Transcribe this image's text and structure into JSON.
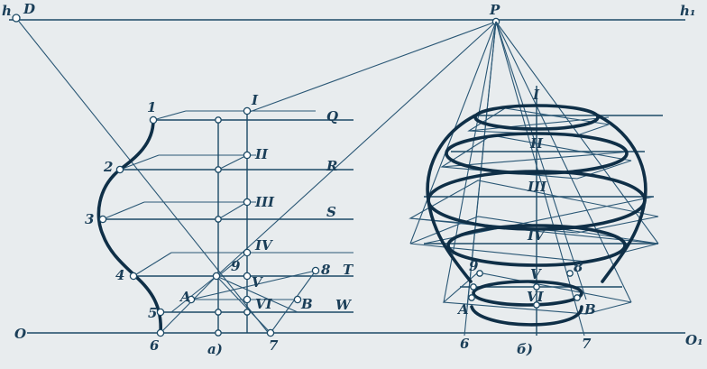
{
  "labels": {
    "h": "h",
    "D": "D",
    "P": "P",
    "h1": "h₁",
    "O": "O",
    "O1": "O₁",
    "n1": "1",
    "n2": "2",
    "n3": "3",
    "n4": "4",
    "n5": "5",
    "n6": "6",
    "n7": "7",
    "n8": "8",
    "n9": "9",
    "Q": "Q",
    "R": "R",
    "S": "S",
    "T": "T",
    "W": "W",
    "A": "A",
    "B": "B",
    "rI": "I",
    "rII": "II",
    "rIII": "III",
    "rIV": "IV",
    "rV": "V",
    "rVI": "VI",
    "cap_a": "a)",
    "cap_b": "б)",
    "r_I": "I",
    "r_II": "II",
    "r_III": "III",
    "r_IV": "IV",
    "r_V": "V",
    "r_VI": "VI",
    "r_9": "9",
    "r_8": "8",
    "r_A": "A",
    "r_B": "B",
    "r_6": "6",
    "r_7": "7"
  },
  "colors": {
    "line": "#1c4a66",
    "background": "#e8ecee"
  }
}
